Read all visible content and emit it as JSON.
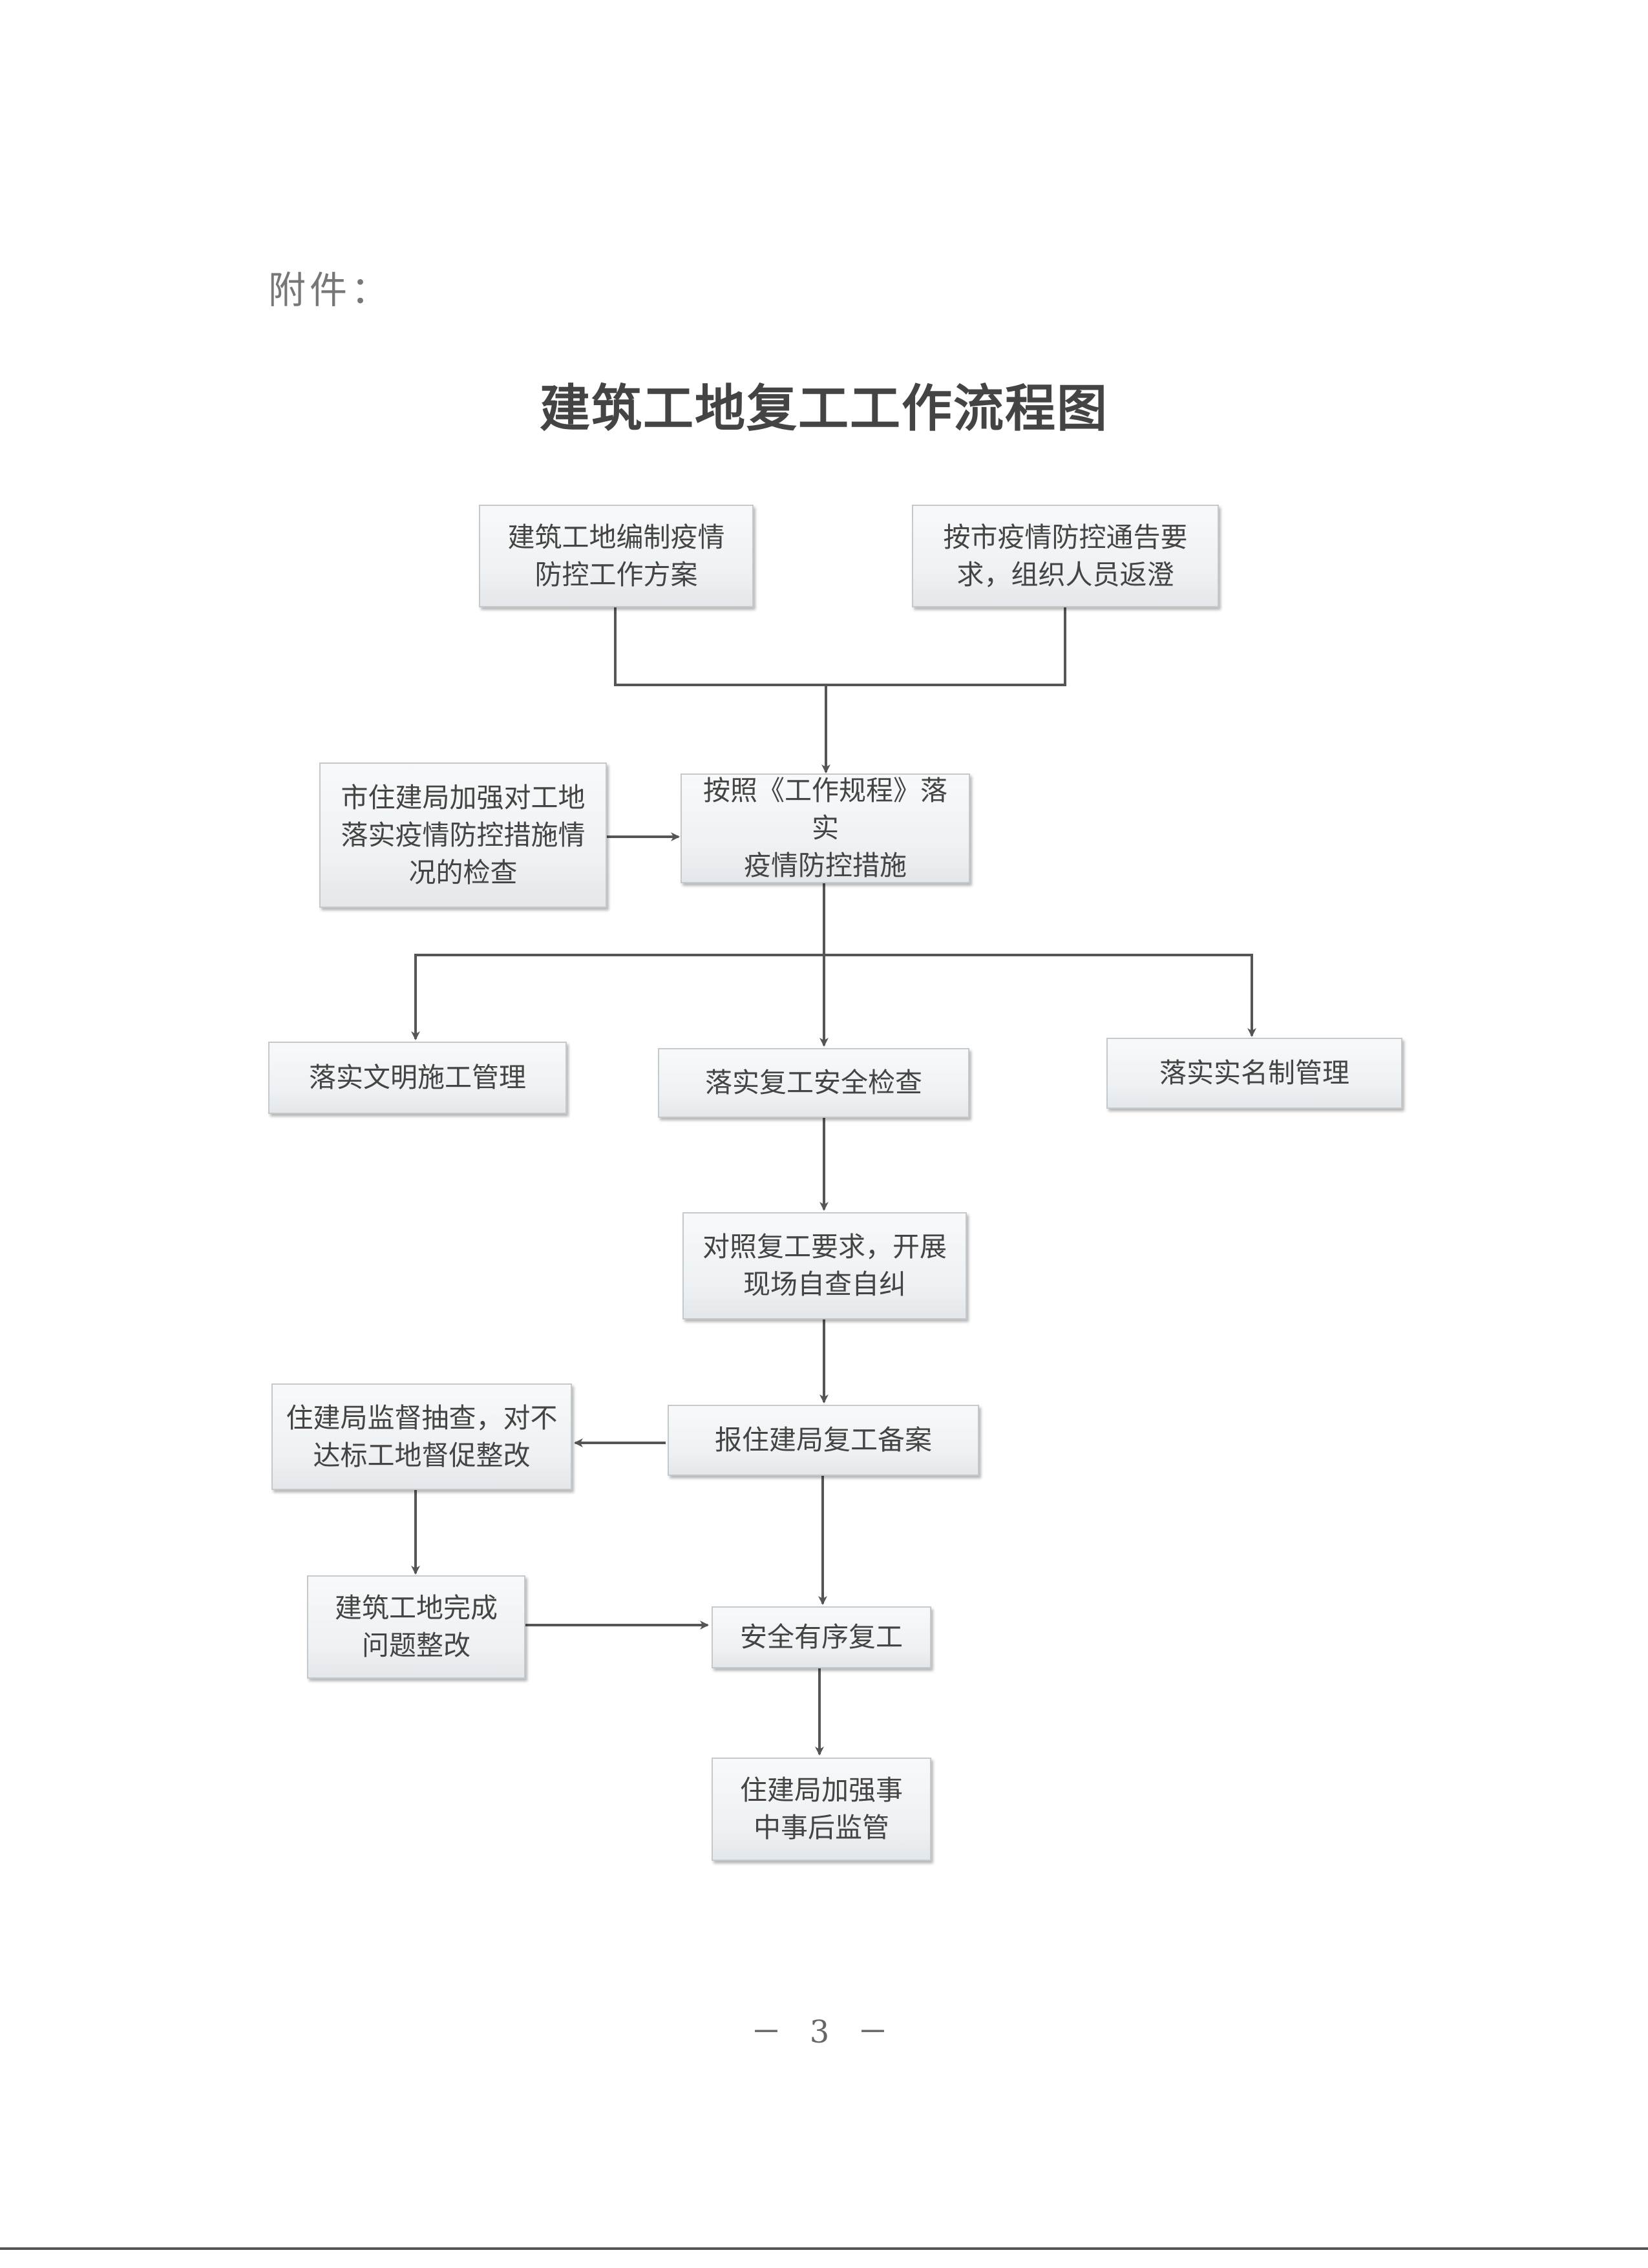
{
  "attachment_label": "附件：",
  "title": "建筑工地复工工作流程图",
  "nodes": {
    "compile_plan": "建筑工地编制疫情\n防控工作方案",
    "organize_return": "按市疫情防控通告要\n求，组织人员返澄",
    "bureau_inspection": "市住建局加强对工地\n落实疫情防控措施情\n况的检查",
    "implement_measures": "按照《工作规程》落实\n疫情防控措施",
    "civilized_construction": "落实文明施工管理",
    "safety_check": "落实复工安全检查",
    "real_name": "落实实名制管理",
    "self_inspection": "对照复工要求，开展\n现场自查自纠",
    "report_record": "报住建局复工备案",
    "spot_check": "住建局监督抽查，对不\n达标工地督促整改",
    "rectification": "建筑工地完成\n问题整改",
    "orderly_resume": "安全有序复工",
    "supervision": "住建局加强事\n中事后监管"
  },
  "page_number": "－ 3 －"
}
